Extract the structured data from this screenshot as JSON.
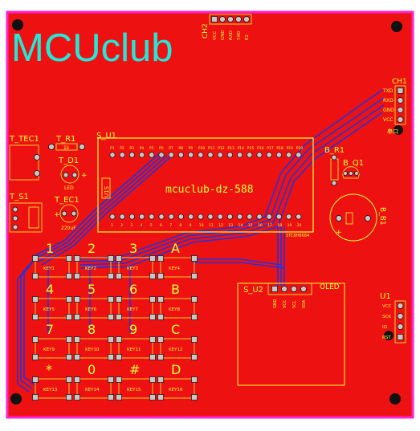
{
  "board": {
    "logo": "MCUclub",
    "module_name": "mcuclub-dz-588",
    "colors": {
      "board": "#ee1111",
      "outline": "#ff22cc",
      "silk": "#ffff33",
      "logo": "#22e8d8",
      "trace": "#2233dd",
      "pad": "#c8c8c8"
    }
  },
  "labels": {
    "ch2": "CH2",
    "ch2_pins": [
      "VCC",
      "GND",
      "RXD",
      "TXD",
      "E2"
    ],
    "ch1": "CH1",
    "ch1_pins": [
      "TXD",
      "RXD",
      "GND",
      "VCC"
    ],
    "ch1_sub": "串口",
    "t_tec1": "T_TEC1",
    "t_r1": "T_R1",
    "t_r1_val": "1k",
    "t_d1": "T_D1",
    "t_d1_val": "LED",
    "t_s1": "T_S1",
    "t_ec1": "T_EC1",
    "t_ec1_val": "220uF",
    "s_u1": "S_U1",
    "s_u1_side": "U1S",
    "b_r1": "B_R1",
    "b_q1": "B_Q1",
    "b_b1": "B_B1",
    "s_u2": "S_U2",
    "oled": "OLED",
    "s_u2_pins": [
      "GND",
      "VCC",
      "SCL",
      "SDA"
    ],
    "u1": "U1",
    "u1_pins": [
      "VCC",
      "SCK",
      "IO",
      "RST"
    ],
    "pin_labels_top": [
      "P1",
      "P2",
      "P3",
      "P4",
      "P5",
      "P6",
      "P7",
      "P8",
      "P9",
      "P10",
      "P11",
      "P12",
      "P13",
      "P14",
      "P15",
      "P16",
      "P17",
      "P18",
      "P19",
      "P20"
    ],
    "pin_labels_bottom": [
      "1",
      "2",
      "3",
      "4",
      "5",
      "6",
      "7",
      "8",
      "9",
      "10",
      "11",
      "12",
      "13",
      "14",
      "15",
      "16",
      "17",
      "18",
      "19",
      "20"
    ],
    "chip_note": "STC8H8K64"
  },
  "keypad": {
    "keys": [
      {
        "char": "1",
        "label": "KEY1"
      },
      {
        "char": "2",
        "label": "KEY2"
      },
      {
        "char": "3",
        "label": "KEY3"
      },
      {
        "char": "A",
        "label": "KEY4"
      },
      {
        "char": "4",
        "label": "KEY5"
      },
      {
        "char": "5",
        "label": "KEY6"
      },
      {
        "char": "6",
        "label": "KEY7"
      },
      {
        "char": "B",
        "label": "KEY8"
      },
      {
        "char": "7",
        "label": "KEY9"
      },
      {
        "char": "8",
        "label": "KEY10"
      },
      {
        "char": "9",
        "label": "KEY11"
      },
      {
        "char": "C",
        "label": "KEY12"
      },
      {
        "char": "*",
        "label": "KEY13"
      },
      {
        "char": "0",
        "label": "KEY14"
      },
      {
        "char": "#",
        "label": "KEY15"
      },
      {
        "char": "D",
        "label": "KEY16"
      }
    ]
  }
}
